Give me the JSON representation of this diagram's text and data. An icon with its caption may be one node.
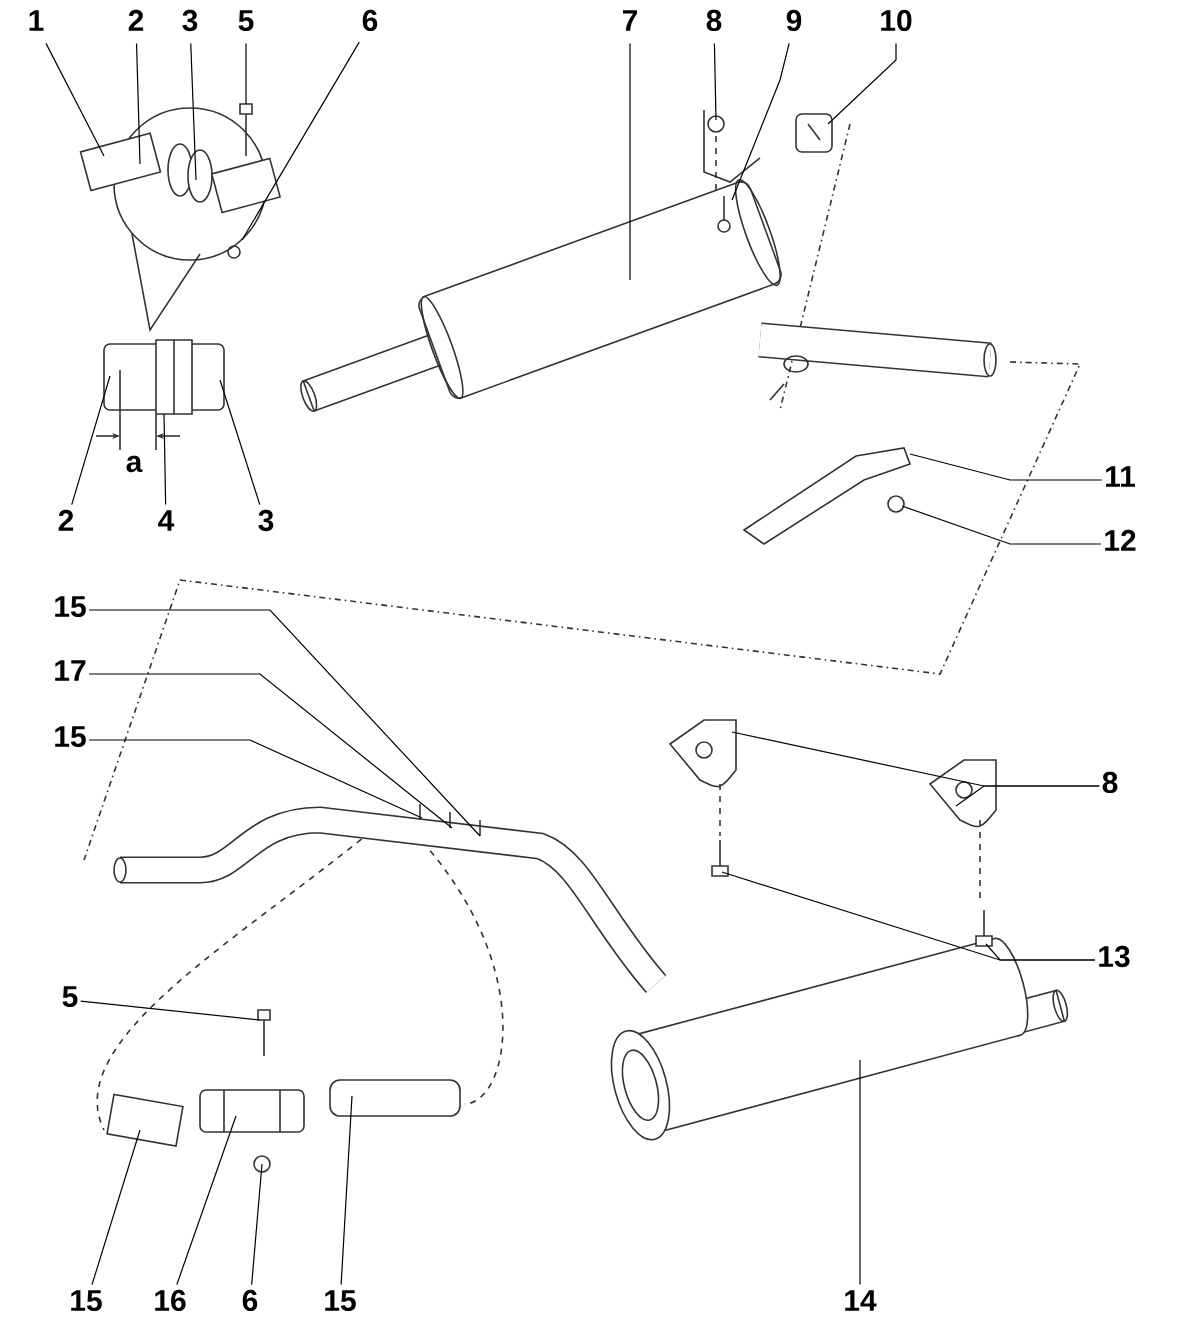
{
  "diagram": {
    "nodes": [
      {
        "text": [
          "1"
        ]
      },
      {
        "text": [
          "2"
        ]
      },
      {
        "text": [
          "3"
        ]
      },
      {
        "text": [
          "5"
        ]
      },
      {
        "text": [
          "6"
        ]
      },
      {
        "text": [
          "7"
        ]
      },
      {
        "text": [
          "8"
        ]
      },
      {
        "text": [
          "9"
        ]
      },
      {
        "text": [
          "10"
        ]
      },
      {
        "text": [
          "11"
        ]
      },
      {
        "text": [
          "2"
        ]
      },
      {
        "text": [
          "4"
        ]
      },
      {
        "text": [
          "3"
        ]
      },
      {
        "text": [
          "12"
        ]
      },
      {
        "text": [
          "15"
        ]
      },
      {
        "text": [
          "17"
        ]
      },
      {
        "text": [
          "15"
        ]
      },
      {
        "text": [
          "8"
        ]
      },
      {
        "text": [
          "13"
        ]
      },
      {
        "text": [
          "5"
        ]
      },
      {
        "text": [
          "15"
        ]
      },
      {
        "text": [
          "16"
        ]
      },
      {
        "text": [
          "6"
        ]
      },
      {
        "text": [
          "15"
        ]
      },
      {
        "text": [
          "14"
        ]
      }
    ],
    "edges": [
      {
        "from": 0,
        "to": null,
        "arrow": "none"
      },
      {
        "from": 1,
        "to": null,
        "arrow": "none"
      },
      {
        "from": 2,
        "to": null,
        "arrow": "none"
      },
      {
        "from": 3,
        "to": null,
        "arrow": "none"
      },
      {
        "from": 4,
        "to": null,
        "arrow": "none"
      },
      {
        "from": 5,
        "to": null,
        "arrow": "none"
      },
      {
        "from": 6,
        "to": null,
        "arrow": "none"
      },
      {
        "from": 7,
        "to": null,
        "arrow": "none"
      },
      {
        "from": 8,
        "to": null,
        "arrow": "none"
      },
      {
        "from": 9,
        "to": null,
        "arrow": "none"
      },
      {
        "from": 10,
        "to": null,
        "arrow": "none"
      },
      {
        "from": 11,
        "to": null,
        "arrow": "none"
      },
      {
        "from": 12,
        "to": null,
        "arrow": "none"
      },
      {
        "from": 13,
        "to": null,
        "arrow": "none"
      },
      {
        "from": 14,
        "to": null,
        "arrow": "none"
      },
      {
        "from": 15,
        "to": null,
        "arrow": "none"
      },
      {
        "from": 16,
        "to": null,
        "arrow": "none"
      },
      {
        "from": 17,
        "to": null,
        "arrow": "none"
      },
      {
        "from": 17,
        "to": null,
        "arrow": "none"
      },
      {
        "from": 18,
        "to": null,
        "arrow": "none"
      },
      {
        "from": 18,
        "to": null,
        "arrow": "none"
      },
      {
        "from": 19,
        "to": null,
        "arrow": "none"
      },
      {
        "from": 20,
        "to": null,
        "arrow": "none"
      },
      {
        "from": 21,
        "to": null,
        "arrow": "none"
      },
      {
        "from": 22,
        "to": null,
        "arrow": "none"
      },
      {
        "from": 23,
        "to": null,
        "arrow": "none"
      },
      {
        "from": 24,
        "to": null,
        "arrow": "none"
      }
    ],
    "labels": [
      "a"
    ]
  }
}
